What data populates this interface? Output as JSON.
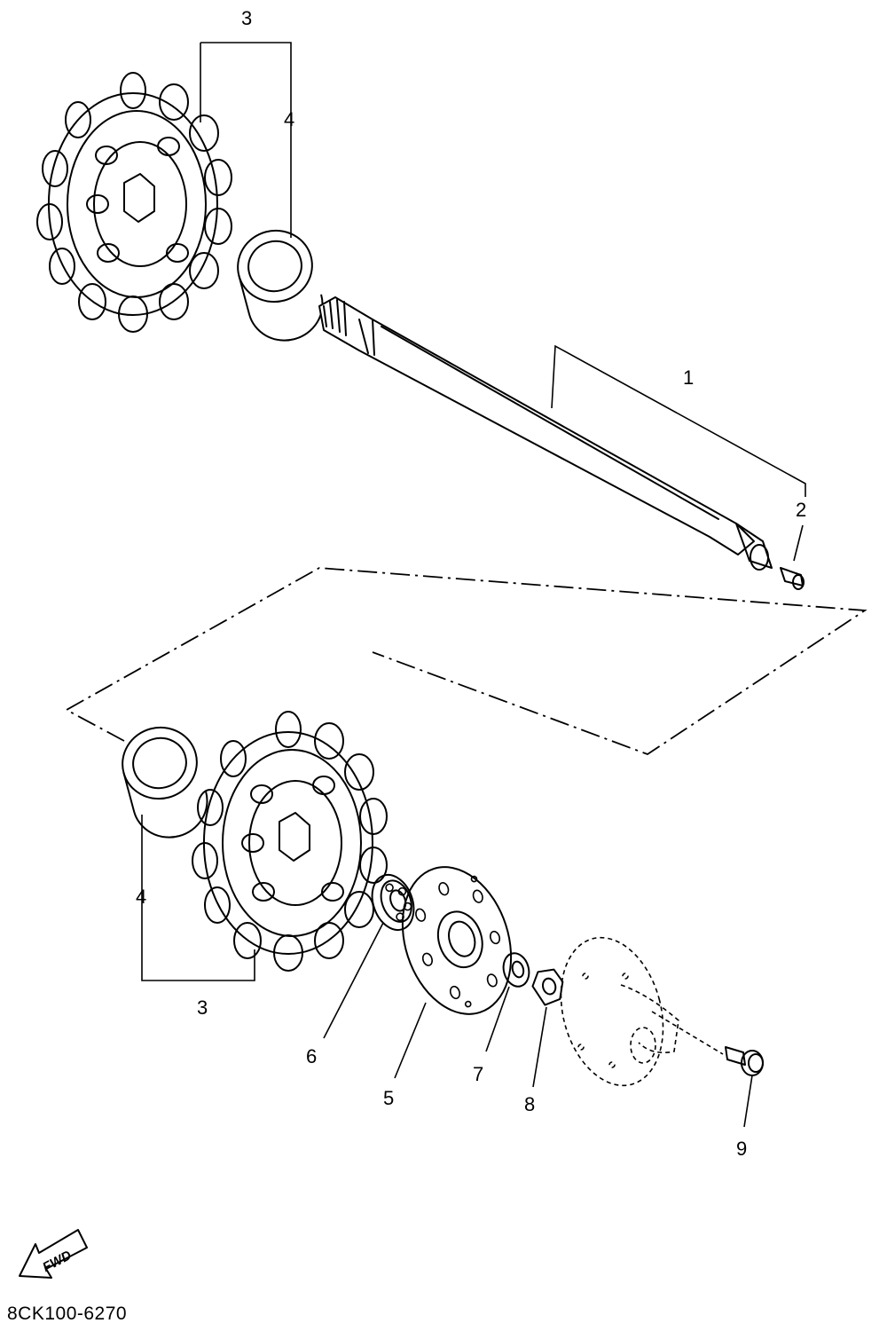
{
  "diagram": {
    "callouts": {
      "c1": "1",
      "c2": "2",
      "c3_top": "3",
      "c4_top": "4",
      "c3_bottom": "3",
      "c4_bottom": "4",
      "c5": "5",
      "c6": "6",
      "c7": "7",
      "c8": "8",
      "c9": "9"
    },
    "fwd_label": "FWD",
    "part_code": "8CK100-6270"
  }
}
